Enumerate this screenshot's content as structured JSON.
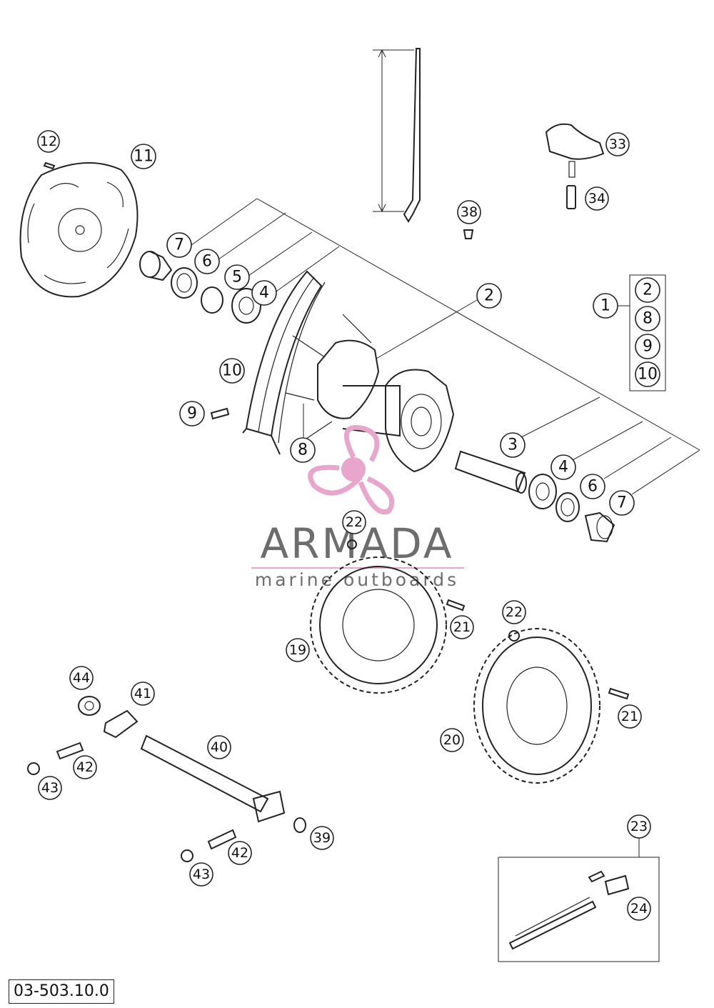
{
  "diagram_code": "03-503.10.0",
  "watermark": {
    "brand": "ARMADA",
    "tagline": "marine outboards",
    "logo_color": "#e8a6cc",
    "text_color": "#6d6d6d"
  },
  "kit_group": {
    "main": "1",
    "contents": [
      "2",
      "8",
      "9",
      "10"
    ]
  },
  "callouts": {
    "c12": "12",
    "c11": "11",
    "c7a": "7",
    "c6a": "6",
    "c5": "5",
    "c4a": "4",
    "c2": "2",
    "c10": "10",
    "c9": "9",
    "c8": "8",
    "c3": "3",
    "c4b": "4",
    "c6b": "6",
    "c7b": "7",
    "c38": "38",
    "c33": "33",
    "c34": "34",
    "c22a": "22",
    "c21a": "21",
    "c22b": "22",
    "c19": "19",
    "c20": "20",
    "c21b": "21",
    "c44": "44",
    "c41": "41",
    "c40": "40",
    "c42a": "42",
    "c43a": "43",
    "c39": "39",
    "c42b": "42",
    "c43b": "43",
    "c23": "23",
    "c24": "24"
  }
}
